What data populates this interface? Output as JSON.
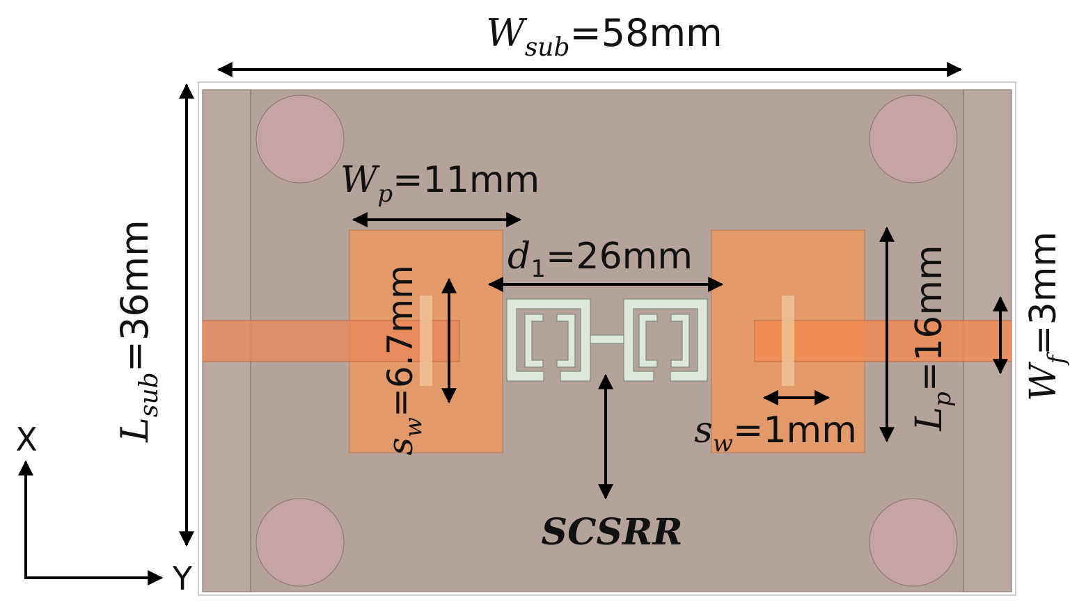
{
  "labels": {
    "wsub_sym": "W",
    "wsub_sub": "sub",
    "wsub_val": "=58mm",
    "lsub_sym": "L",
    "lsub_sub": "sub",
    "lsub_val": "=36mm",
    "wp_sym": "W",
    "wp_sub": "p",
    "wp_val": "=11mm",
    "d1_sym": "d",
    "d1_sub": "1",
    "d1_val": "=26mm",
    "sw_left_sym": "s",
    "sw_left_sub": "w",
    "sw_left_val": "=6.7mm",
    "sw_right_sym": "s",
    "sw_right_sub": "w",
    "sw_right_val": "=1mm",
    "lp_sym": "L",
    "lp_sub": "p",
    "lp_val": "=16mm",
    "wf_sym": "W",
    "wf_sub": "f",
    "wf_val": "=3mm",
    "scsrr": "SCSRR",
    "axis_x": "X",
    "axis_y": "Y"
  },
  "colors": {
    "substrate": "#b5a29a",
    "side_strip": "#bba8a0",
    "hole": "#c6a4a5",
    "patch": "#e39a6a",
    "feed": "#e8865a",
    "slot": "#f1c294",
    "scsrr": "#dde7dc",
    "arrow": "#000000"
  }
}
